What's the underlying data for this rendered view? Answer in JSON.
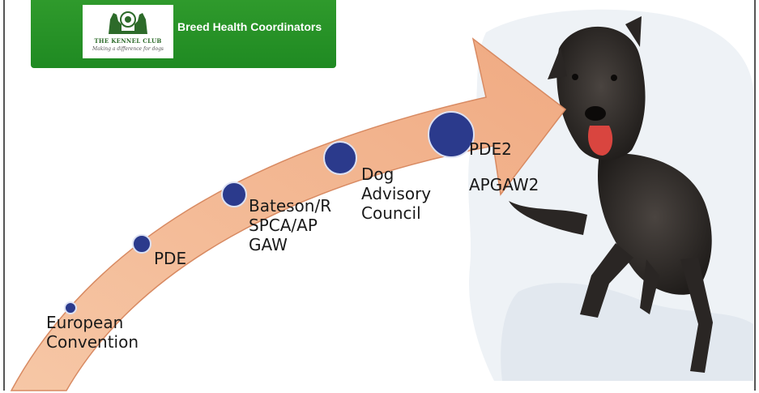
{
  "header": {
    "logo_name": "THE KENNEL CLUB",
    "logo_tagline": "Making a difference for dogs",
    "title": "Breed Health Coordinators"
  },
  "timeline": {
    "stages": [
      {
        "label": "European\nConvention",
        "size": "small"
      },
      {
        "label": "PDE",
        "size": "small"
      },
      {
        "label": "Bateson/R\nSPCA/AP\nGAW",
        "size": "medium"
      },
      {
        "label": "Dog\nAdvisory\nCouncil",
        "size": "large"
      },
      {
        "label": "PDE2\n\nAPGAW2",
        "size": "largest"
      }
    ]
  },
  "colors": {
    "banner": "#2a9a2a",
    "arrow": "#f2b48f",
    "arrow_outline": "#d88a62",
    "circle": "#2b3a8c"
  },
  "photo": {
    "subject": "dog-running-in-snow"
  }
}
